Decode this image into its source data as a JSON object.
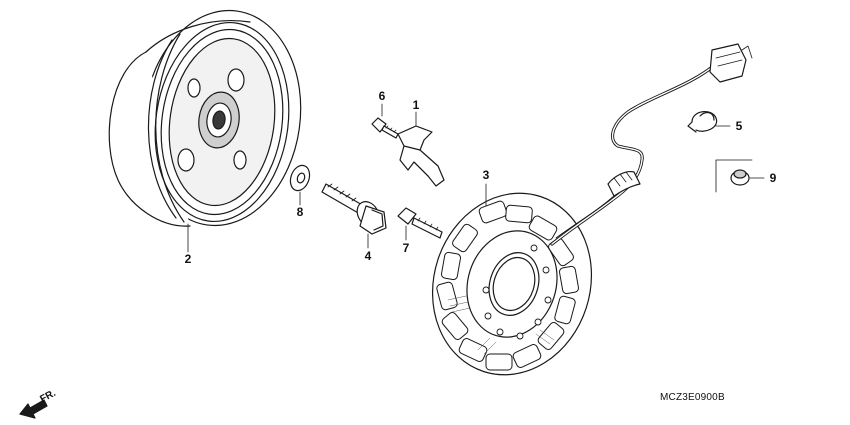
{
  "diagram": {
    "part_callouts": [
      {
        "id": "flywheel",
        "label": "2"
      },
      {
        "id": "washer",
        "label": "8"
      },
      {
        "id": "flange-bolt",
        "label": "4"
      },
      {
        "id": "screw-6",
        "label": "6"
      },
      {
        "id": "clamp-bracket",
        "label": "1"
      },
      {
        "id": "bolt-7",
        "label": "7"
      },
      {
        "id": "stator",
        "label": "3"
      },
      {
        "id": "band-clamp",
        "label": "5"
      },
      {
        "id": "grommet-nut",
        "label": "9"
      }
    ],
    "direction_label": "FR.",
    "drawing_code": "MCZ3E0900B"
  },
  "colors": {
    "line": "#1a1a1a",
    "fill_light": "#ffffff",
    "shade": "#cfcfcf",
    "dark": "#3a3a3a"
  }
}
